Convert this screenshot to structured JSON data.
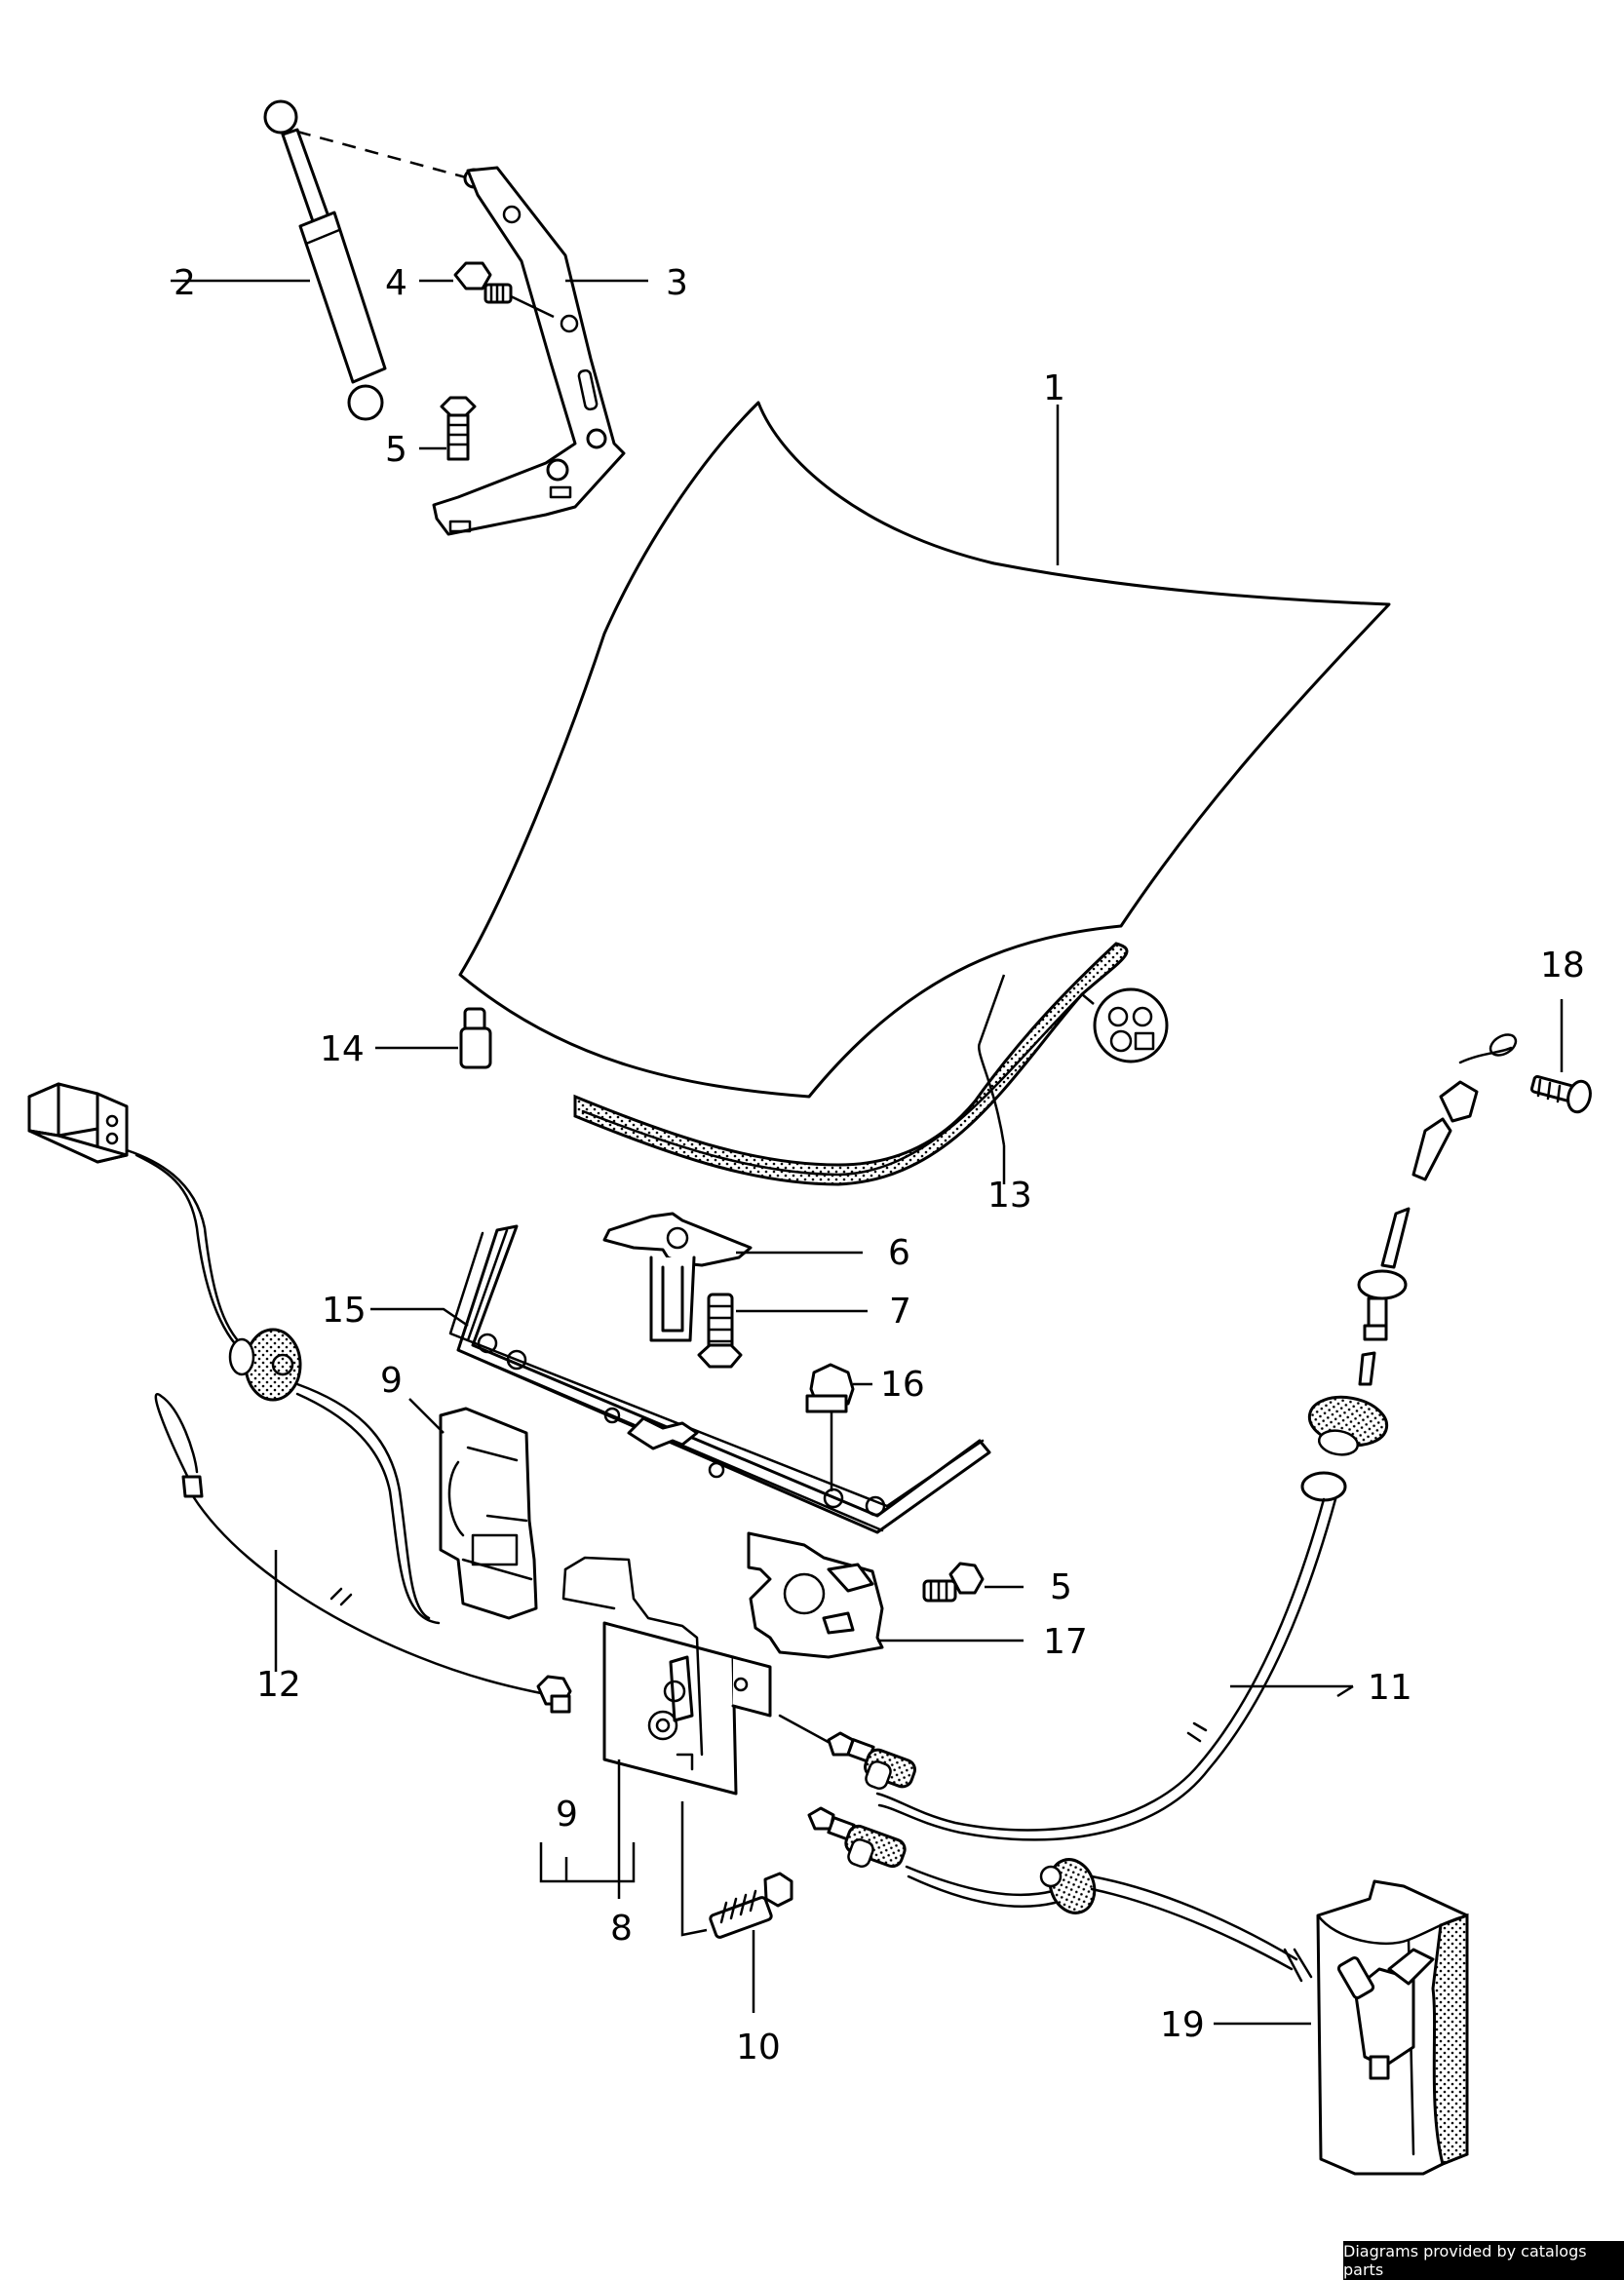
{
  "callouts": {
    "c1": "1",
    "c2": "2",
    "c3": "3",
    "c4": "4",
    "c5a": "5",
    "c5b": "5",
    "c6": "6",
    "c7": "7",
    "c8": "8",
    "c9a": "9",
    "c9b": "9",
    "c10": "10",
    "c11": "11",
    "c12": "12",
    "c13": "13",
    "c14": "14",
    "c15": "15",
    "c16": "16",
    "c17": "17",
    "c18": "18",
    "c19": "19"
  },
  "credit": "Diagrams provided by catalogs parts",
  "colors": {
    "line": "#000000",
    "background": "#ffffff",
    "credit_bg": "#000000",
    "credit_text": "#ffffff"
  }
}
